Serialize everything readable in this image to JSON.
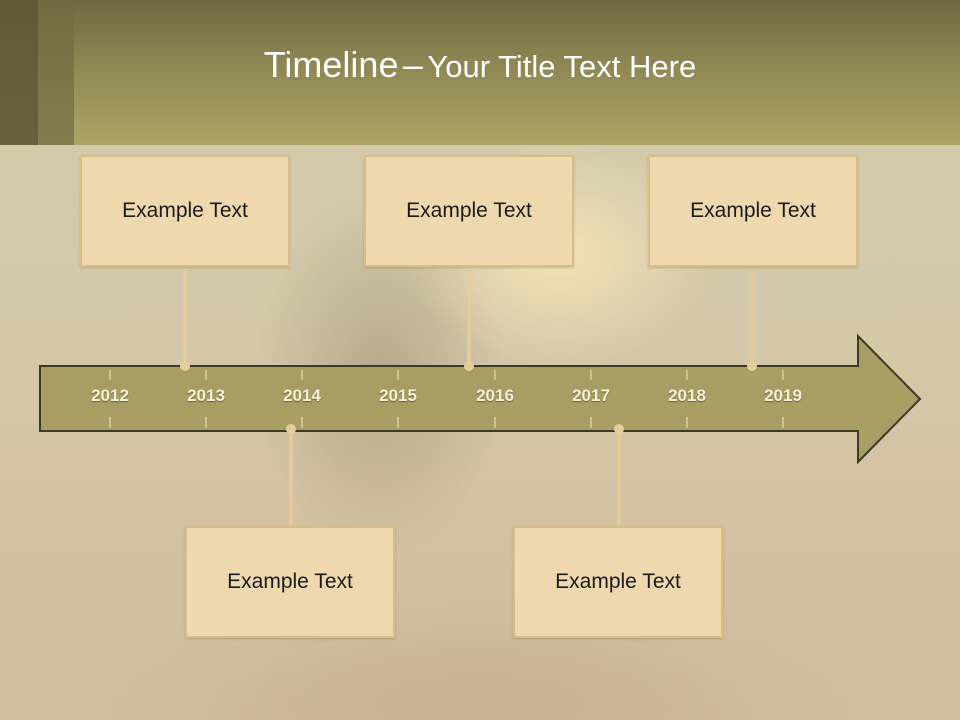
{
  "slide": {
    "title_main": "Timeline",
    "title_sep": "–",
    "title_sub": "Your Title Text Here"
  },
  "timeline": {
    "years": [
      "2012",
      "2013",
      "2014",
      "2015",
      "2016",
      "2017",
      "2018",
      "2019"
    ]
  },
  "events": {
    "top": [
      {
        "label": "Example Text"
      },
      {
        "label": "Example Text"
      },
      {
        "label": "Example Text"
      }
    ],
    "bottom": [
      {
        "label": "Example Text"
      },
      {
        "label": "Example Text"
      }
    ]
  },
  "colors": {
    "header": "#aea466",
    "arrow_fill": "#a89e64",
    "arrow_stroke": "#3b3a25",
    "box_fill": "#efd8ad",
    "connector": "#e6cd9a"
  }
}
